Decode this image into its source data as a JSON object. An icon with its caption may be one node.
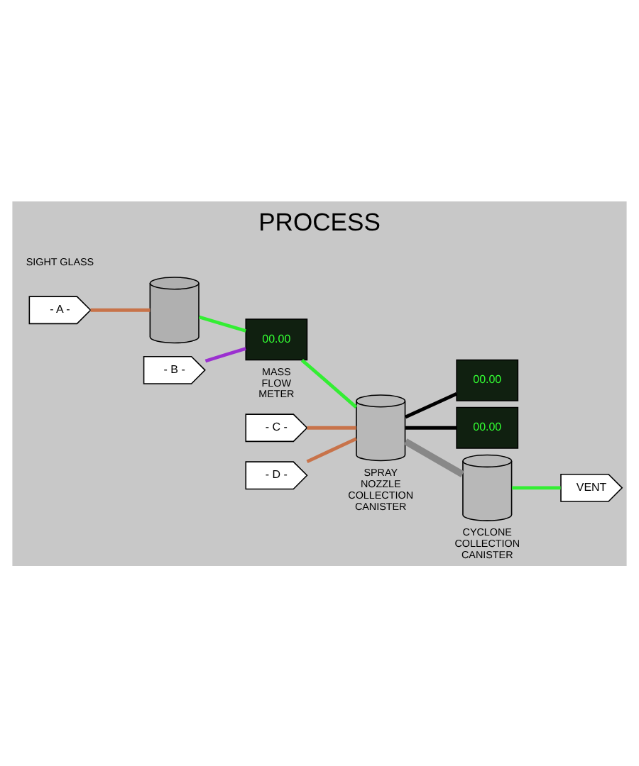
{
  "diagram": {
    "title": "PROCESS",
    "nodes": [
      {
        "text": [
          "- A -"
        ]
      },
      {
        "text": [
          "- B -"
        ]
      },
      {
        "text": [
          "- C -"
        ]
      },
      {
        "text": [
          "- D -"
        ]
      },
      {
        "text": [
          "VENT"
        ]
      },
      {
        "text": [],
        "shape": "cylinder"
      },
      {
        "text": [
          "00.00"
        ],
        "beside": [
          "MASS FLOW METER"
        ]
      },
      {
        "text": [],
        "shape": "cylinder",
        "beside": [
          "SPRAY NOZZLE COLLECTION CANISTER"
        ]
      },
      {
        "text": [
          "00.00"
        ]
      },
      {
        "text": [
          "00.00"
        ]
      },
      {
        "text": [],
        "shape": "cylinder",
        "beside": [
          "CYCLONE COLLECTION CANISTER"
        ]
      }
    ],
    "edges": [
      {
        "from": 0,
        "to": 5,
        "arrow": "none",
        "color": "#c8734a"
      },
      {
        "from": 5,
        "to": 6,
        "arrow": "none",
        "color": "#33ee33"
      },
      {
        "from": 1,
        "to": 6,
        "arrow": "none",
        "color": "#9b30d0"
      },
      {
        "from": 6,
        "to": 7,
        "arrow": "none",
        "color": "#33ee33"
      },
      {
        "from": 2,
        "to": 7,
        "arrow": "none",
        "color": "#c8734a"
      },
      {
        "from": 3,
        "to": 7,
        "arrow": "none",
        "color": "#c8734a"
      },
      {
        "from": 7,
        "to": 8,
        "arrow": "none",
        "color": "#000000"
      },
      {
        "from": 7,
        "to": 9,
        "arrow": "none",
        "color": "#000000"
      },
      {
        "from": 7,
        "to": 10,
        "arrow": "none",
        "style": "thick",
        "color": "#888888"
      },
      {
        "from": 10,
        "to": 4,
        "arrow": "none",
        "color": "#33ee33"
      }
    ],
    "labels": [
      "SIGHT GLASS"
    ]
  }
}
